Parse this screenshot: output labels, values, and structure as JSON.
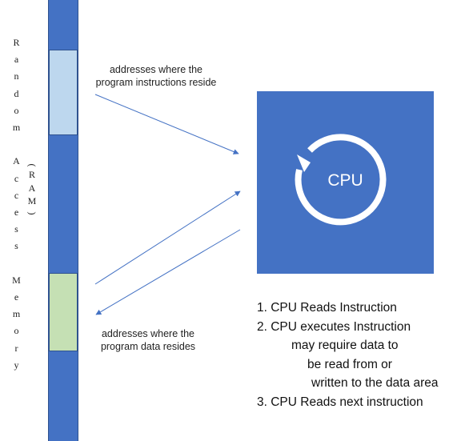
{
  "memory": {
    "label_letters": [
      "R",
      "a",
      "n",
      "d",
      "o",
      "m",
      "",
      "A",
      "c",
      "c",
      "e",
      "s",
      "s",
      "",
      "M",
      "e",
      "m",
      "o",
      "r",
      "y"
    ],
    "abbrev_letters": [
      "(",
      "R",
      "A",
      "M",
      ")"
    ],
    "bar_color": "#4472C4",
    "instruction_block_color": "#BDD7EE",
    "data_block_color": "#C5E0B4"
  },
  "captions": {
    "instructions": [
      "addresses where the",
      "program instructions reside"
    ],
    "data": [
      "addresses where the",
      "program data resides"
    ]
  },
  "cpu": {
    "label": "CPU",
    "box_color": "#4472C4",
    "arrow_color": "#FFFFFF",
    "icon": "cycle-arrow-icon"
  },
  "steps": [
    "1. CPU Reads Instruction",
    "2. CPU executes Instruction",
    "may require data to",
    "be read from or",
    "written to the data area",
    "3. CPU Reads next instruction"
  ],
  "arrow_color": "#4472C4"
}
